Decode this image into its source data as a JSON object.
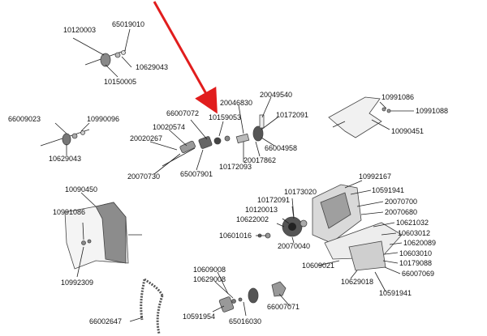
{
  "pointer": {
    "color": "#e11d1d"
  },
  "labels": {
    "l10120003": "10120003",
    "l65019010": "65019010",
    "l10629043a": "10629043",
    "l10150005": "10150005",
    "l66009023": "66009023",
    "l10990096": "10990096",
    "l10629043b": "10629043",
    "l66007072": "66007072",
    "l10020574": "10020574",
    "l20020267": "20020267",
    "l20070730": "20070730",
    "l65007901": "65007901",
    "l10159053": "10159053",
    "l20046830": "20046830",
    "l20049540": "20049540",
    "l10172091a": "10172091",
    "l10172093": "10172093",
    "l20017862": "20017862",
    "l66004958": "66004958",
    "l10991086a": "10991086",
    "l10991088": "10991088",
    "l10090451": "10090451",
    "l10090450": "10090450",
    "l10991086b": "10991086",
    "l10992309": "10992309",
    "l10173020": "10173020",
    "l10172091b": "10172091",
    "l10120013": "10120013",
    "l10622002": "10622002",
    "l10601016": "10601016",
    "l20070040": "20070040",
    "l10992167": "10992167",
    "l10591941a": "10591941",
    "l20070700": "20070700",
    "l20070680": "20070680",
    "l10621032": "10621032",
    "l10603012": "10603012",
    "l10620089": "10620089",
    "l10603010": "10603010",
    "l10609021": "10609021",
    "l10179088": "10179088",
    "l66007069": "66007069",
    "l10629018": "10629018",
    "l10591941b": "10591941",
    "l10609008": "10609008",
    "l10629008": "10629008",
    "l66007071": "66007071",
    "l10591954": "10591954",
    "l65016030": "65016030",
    "l66002647": "66002647"
  }
}
